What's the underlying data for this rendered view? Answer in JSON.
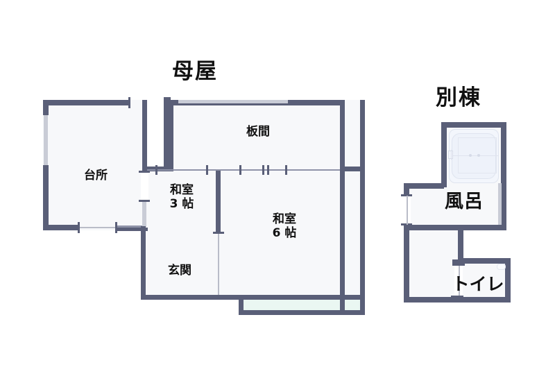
{
  "page": {
    "document_type": "floor-plan",
    "background_color": "#ffffff",
    "wall_color": "#5a5f78",
    "room_fill_color": "#f7f8fa",
    "engawa_fill_color": "#eaf7f2",
    "label_color": "#111111"
  },
  "buildings": [
    {
      "id": "main-house",
      "title": "母屋",
      "rooms": [
        {
          "id": "kitchen",
          "label_lines": [
            "台所"
          ]
        },
        {
          "id": "itama",
          "label_lines": [
            "板間"
          ]
        },
        {
          "id": "washitsu-3",
          "label_lines": [
            "和室",
            "3 帖"
          ]
        },
        {
          "id": "washitsu-6",
          "label_lines": [
            "和室",
            "6 帖"
          ]
        },
        {
          "id": "genkan",
          "label_lines": [
            "玄関"
          ]
        },
        {
          "id": "engawa-east",
          "label_lines": []
        },
        {
          "id": "engawa-south",
          "label_lines": []
        }
      ]
    },
    {
      "id": "annex",
      "title": "別棟",
      "rooms": [
        {
          "id": "furo",
          "label_lines": [
            "風呂"
          ]
        },
        {
          "id": "toilet",
          "label_lines": [
            "トイレ"
          ]
        }
      ]
    }
  ],
  "labels": {
    "main_title": "母屋",
    "annex_title": "別棟",
    "kitchen": "台所",
    "itama": "板間",
    "washitsu3_line1": "和室",
    "washitsu3_line2": "3 帖",
    "washitsu6_line1": "和室",
    "washitsu6_line2": "6 帖",
    "genkan": "玄関",
    "furo": "風呂",
    "toilet": "トイレ"
  },
  "fixtures": [
    {
      "id": "bathtub",
      "name": "bathtub-fixture",
      "room": "furo"
    },
    {
      "id": "toilet-bowl",
      "name": "toilet-fixture",
      "room": "toilet"
    }
  ]
}
